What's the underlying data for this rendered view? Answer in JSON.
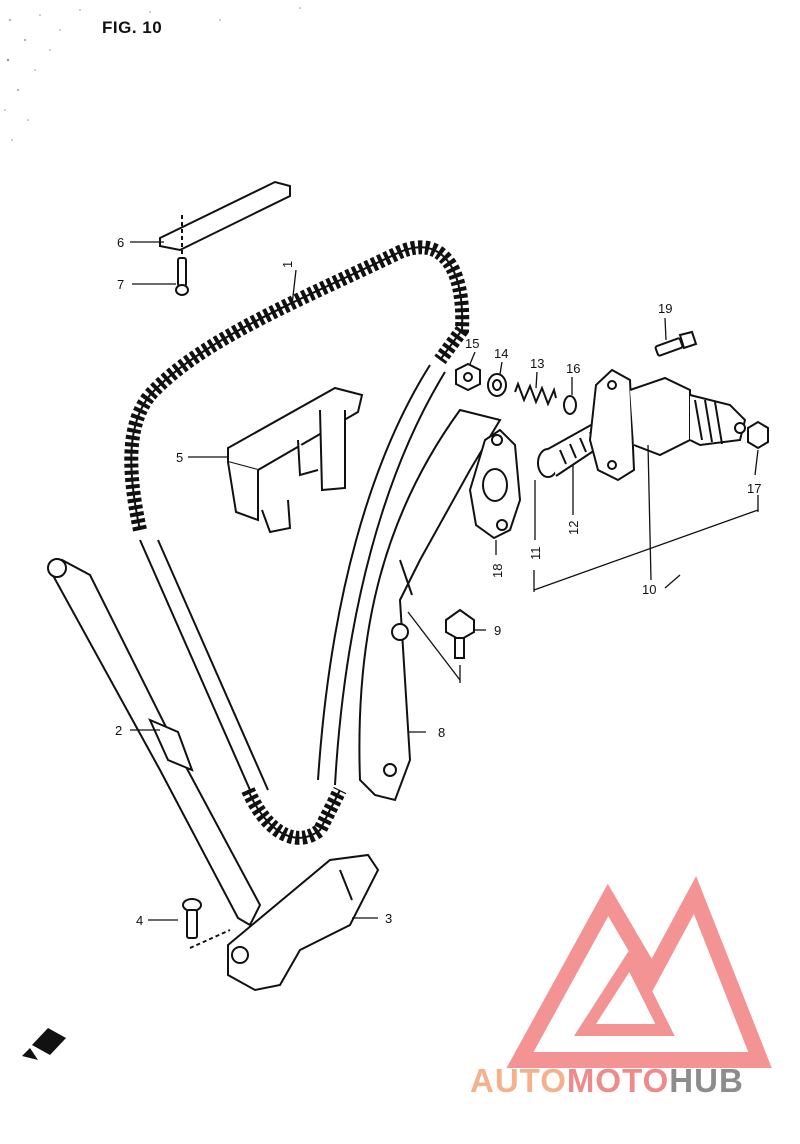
{
  "figure": {
    "title": "FIG. 10"
  },
  "callouts": [
    "1",
    "2",
    "3",
    "4",
    "5",
    "6",
    "7",
    "8",
    "9",
    "10",
    "11",
    "12",
    "13",
    "14",
    "15",
    "16",
    "17",
    "18",
    "19"
  ],
  "watermark": {
    "part1": "AUTO",
    "part2": "MOTO",
    "part3": "HUB"
  },
  "colors": {
    "line": "#111111",
    "watermark_red": "#f07070",
    "watermark_orange": "#f4b28c",
    "watermark_grey": "#8c8c8c"
  }
}
